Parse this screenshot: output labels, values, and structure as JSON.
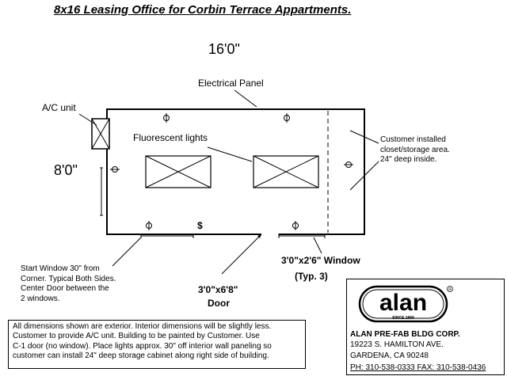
{
  "title": "8x16 Leasing Office for Corbin Terrace Appartments.",
  "dimensions": {
    "width": "16'0\"",
    "depth": "8'0\""
  },
  "labels": {
    "electrical_panel": "Electrical Panel",
    "ac_unit": "A/C unit",
    "fluorescent_lights": "Fluorescent lights",
    "window": "3'0\"x2'6\" Window",
    "window_note": "(Typ. 3)",
    "door_size": "3'0\"x6'8\"",
    "door": "Door",
    "switch_symbol": "$"
  },
  "closet_note": [
    "Customer installed",
    "closet/storage area.",
    "24\" deep inside."
  ],
  "window_note": [
    "Start Window 30\" from",
    "Corner.  Typical Both Sides.",
    "Center Door between the",
    "2 windows."
  ],
  "notes": [
    "All dimensions shown are exterior.  Interior dimensions will be slightly less.",
    "Customer to provide A/C unit.  Building to be painted by Customer.  Use",
    "C-1 door (no window).  Place lights approx. 30\" off interior wall paneling so",
    "customer can install 24\" deep storage cabinet along right side of building."
  ],
  "company": {
    "logo_text": "alan",
    "logo_since": "SINCE 1966",
    "name": "ALAN PRE-FAB BLDG CORP.",
    "address1": "19223 S. HAMILTON AVE.",
    "address2": "GARDENA, CA 90248",
    "phone": "PH: 310-538-0333   FAX: 310-538-0436"
  }
}
